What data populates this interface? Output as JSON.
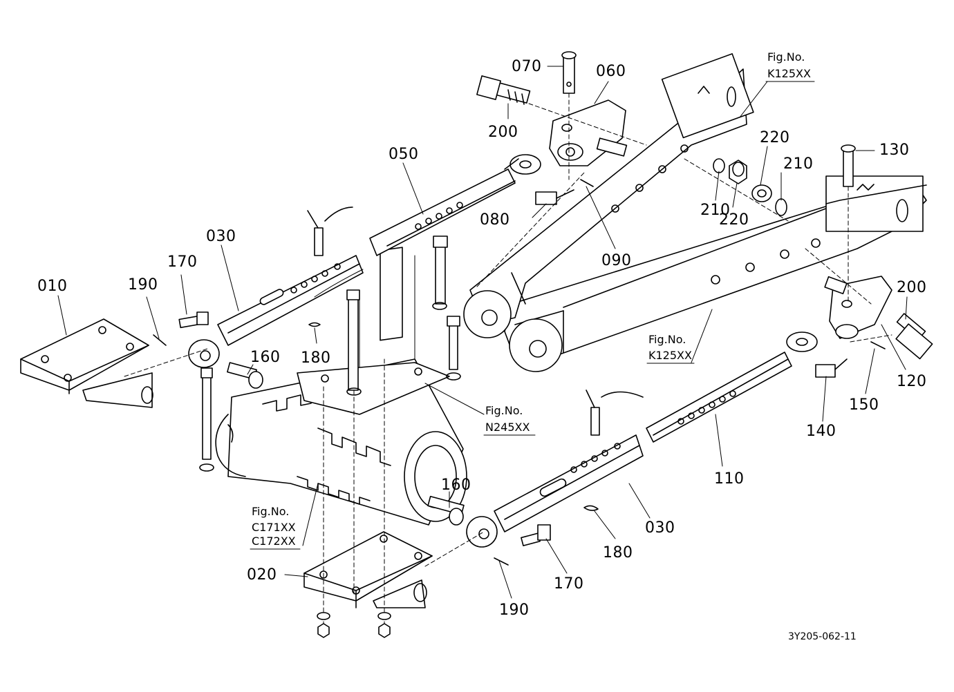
{
  "diagram": {
    "document_code": "3Y205-062-11",
    "callouts": [
      {
        "id": "c010",
        "label": "010"
      },
      {
        "id": "c020",
        "label": "020"
      },
      {
        "id": "c030a",
        "label": "030"
      },
      {
        "id": "c030b",
        "label": "030"
      },
      {
        "id": "c050",
        "label": "050"
      },
      {
        "id": "c060",
        "label": "060"
      },
      {
        "id": "c070",
        "label": "070"
      },
      {
        "id": "c080",
        "label": "080"
      },
      {
        "id": "c090",
        "label": "090"
      },
      {
        "id": "c110",
        "label": "110"
      },
      {
        "id": "c120",
        "label": "120"
      },
      {
        "id": "c130",
        "label": "130"
      },
      {
        "id": "c140",
        "label": "140"
      },
      {
        "id": "c150",
        "label": "150"
      },
      {
        "id": "c160a",
        "label": "160"
      },
      {
        "id": "c160b",
        "label": "160"
      },
      {
        "id": "c170a",
        "label": "170"
      },
      {
        "id": "c170b",
        "label": "170"
      },
      {
        "id": "c180a",
        "label": "180"
      },
      {
        "id": "c180b",
        "label": "180"
      },
      {
        "id": "c190a",
        "label": "190"
      },
      {
        "id": "c190b",
        "label": "190"
      },
      {
        "id": "c200a",
        "label": "200"
      },
      {
        "id": "c200b",
        "label": "200"
      },
      {
        "id": "c210a",
        "label": "210"
      },
      {
        "id": "c210b",
        "label": "210"
      },
      {
        "id": "c220a",
        "label": "220"
      },
      {
        "id": "c220b",
        "label": "220"
      }
    ],
    "figure_refs": [
      {
        "id": "fig-k125-top",
        "title": "Fig.No.",
        "lines": [
          "K125XX"
        ]
      },
      {
        "id": "fig-k125-mid",
        "title": "Fig.No.",
        "lines": [
          "K125XX"
        ]
      },
      {
        "id": "fig-n245",
        "title": "Fig.No.",
        "lines": [
          "N245XX"
        ]
      },
      {
        "id": "fig-c171",
        "title": "Fig.No.",
        "lines": [
          "C171XX",
          "C172XX"
        ]
      }
    ]
  }
}
